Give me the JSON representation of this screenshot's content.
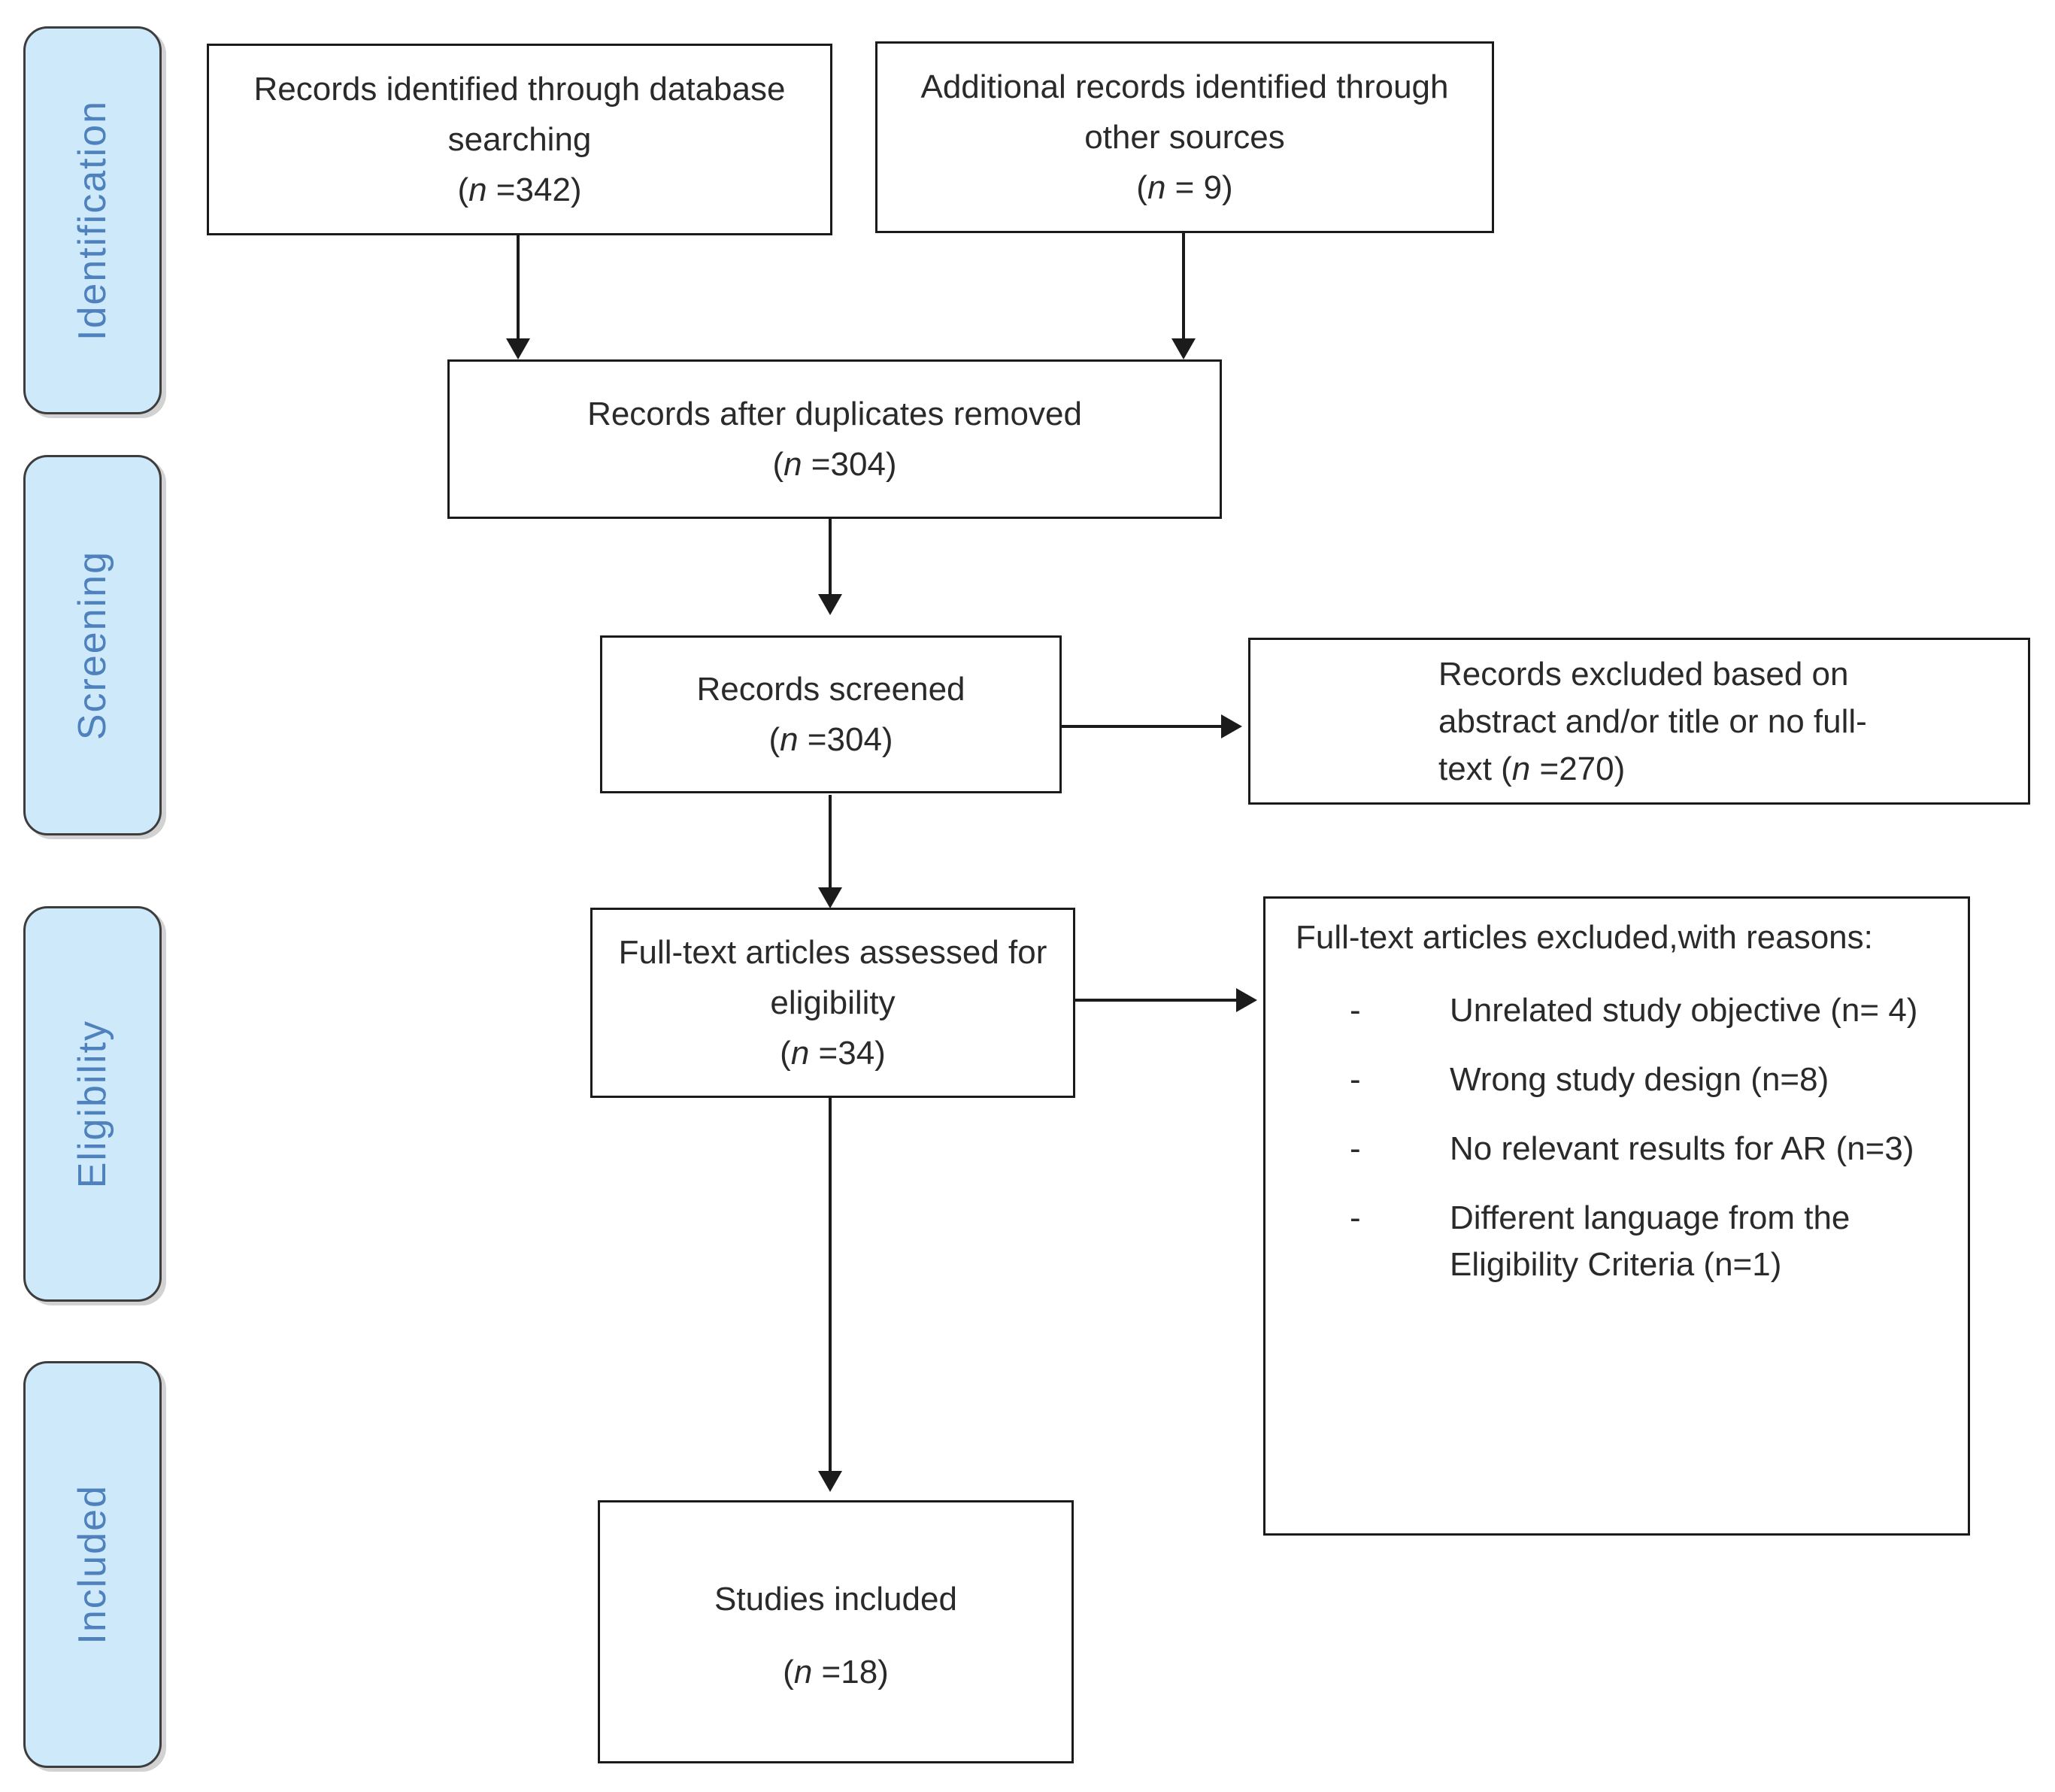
{
  "figure": {
    "type": "prisma-flow-diagram"
  },
  "palette": {
    "stage_fill": "#cee9fa",
    "stage_text": "#4f81bd",
    "stage_border": "#3d3d3d",
    "box_border": "#1b1b1b",
    "box_fill": "#ffffff",
    "arrow": "#1b1b1b"
  },
  "sidebar": {
    "stages": [
      {
        "label": "Identification"
      },
      {
        "label": "Screening"
      },
      {
        "label": "Eligibility"
      },
      {
        "label": "Included"
      }
    ]
  },
  "boxes": {
    "db_search": {
      "line1": "Records identified through database",
      "line2": "searching",
      "count": "(n =342)"
    },
    "other_sources": {
      "line1": "Additional records identified through",
      "line2": "other sources",
      "count": "(n = 9)"
    },
    "after_duplicates": {
      "line1": "Records after duplicates removed",
      "count": "(n =304)"
    },
    "screened": {
      "line1": "Records screened",
      "count": "(n =304)"
    },
    "records_excluded": {
      "line1": "Records excluded based on",
      "line2": "abstract and/or title or no full-",
      "line3": "text (n =270)"
    },
    "fulltext_assessed": {
      "line1": "Full-text articles assessed for",
      "line2": "eligibility",
      "count": "(n =34)"
    },
    "fulltext_excluded": {
      "heading": "Full-text articles excluded,with reasons:",
      "bullet": "-",
      "reasons": [
        "Unrelated study objective (n= 4)",
        "Wrong study design (n=8)",
        "No relevant results for AR (n=3)",
        "Different language from the Eligibility Criteria (n=1)"
      ]
    },
    "studies_included": {
      "line1": "Studies included",
      "count": "(n =18)"
    }
  }
}
